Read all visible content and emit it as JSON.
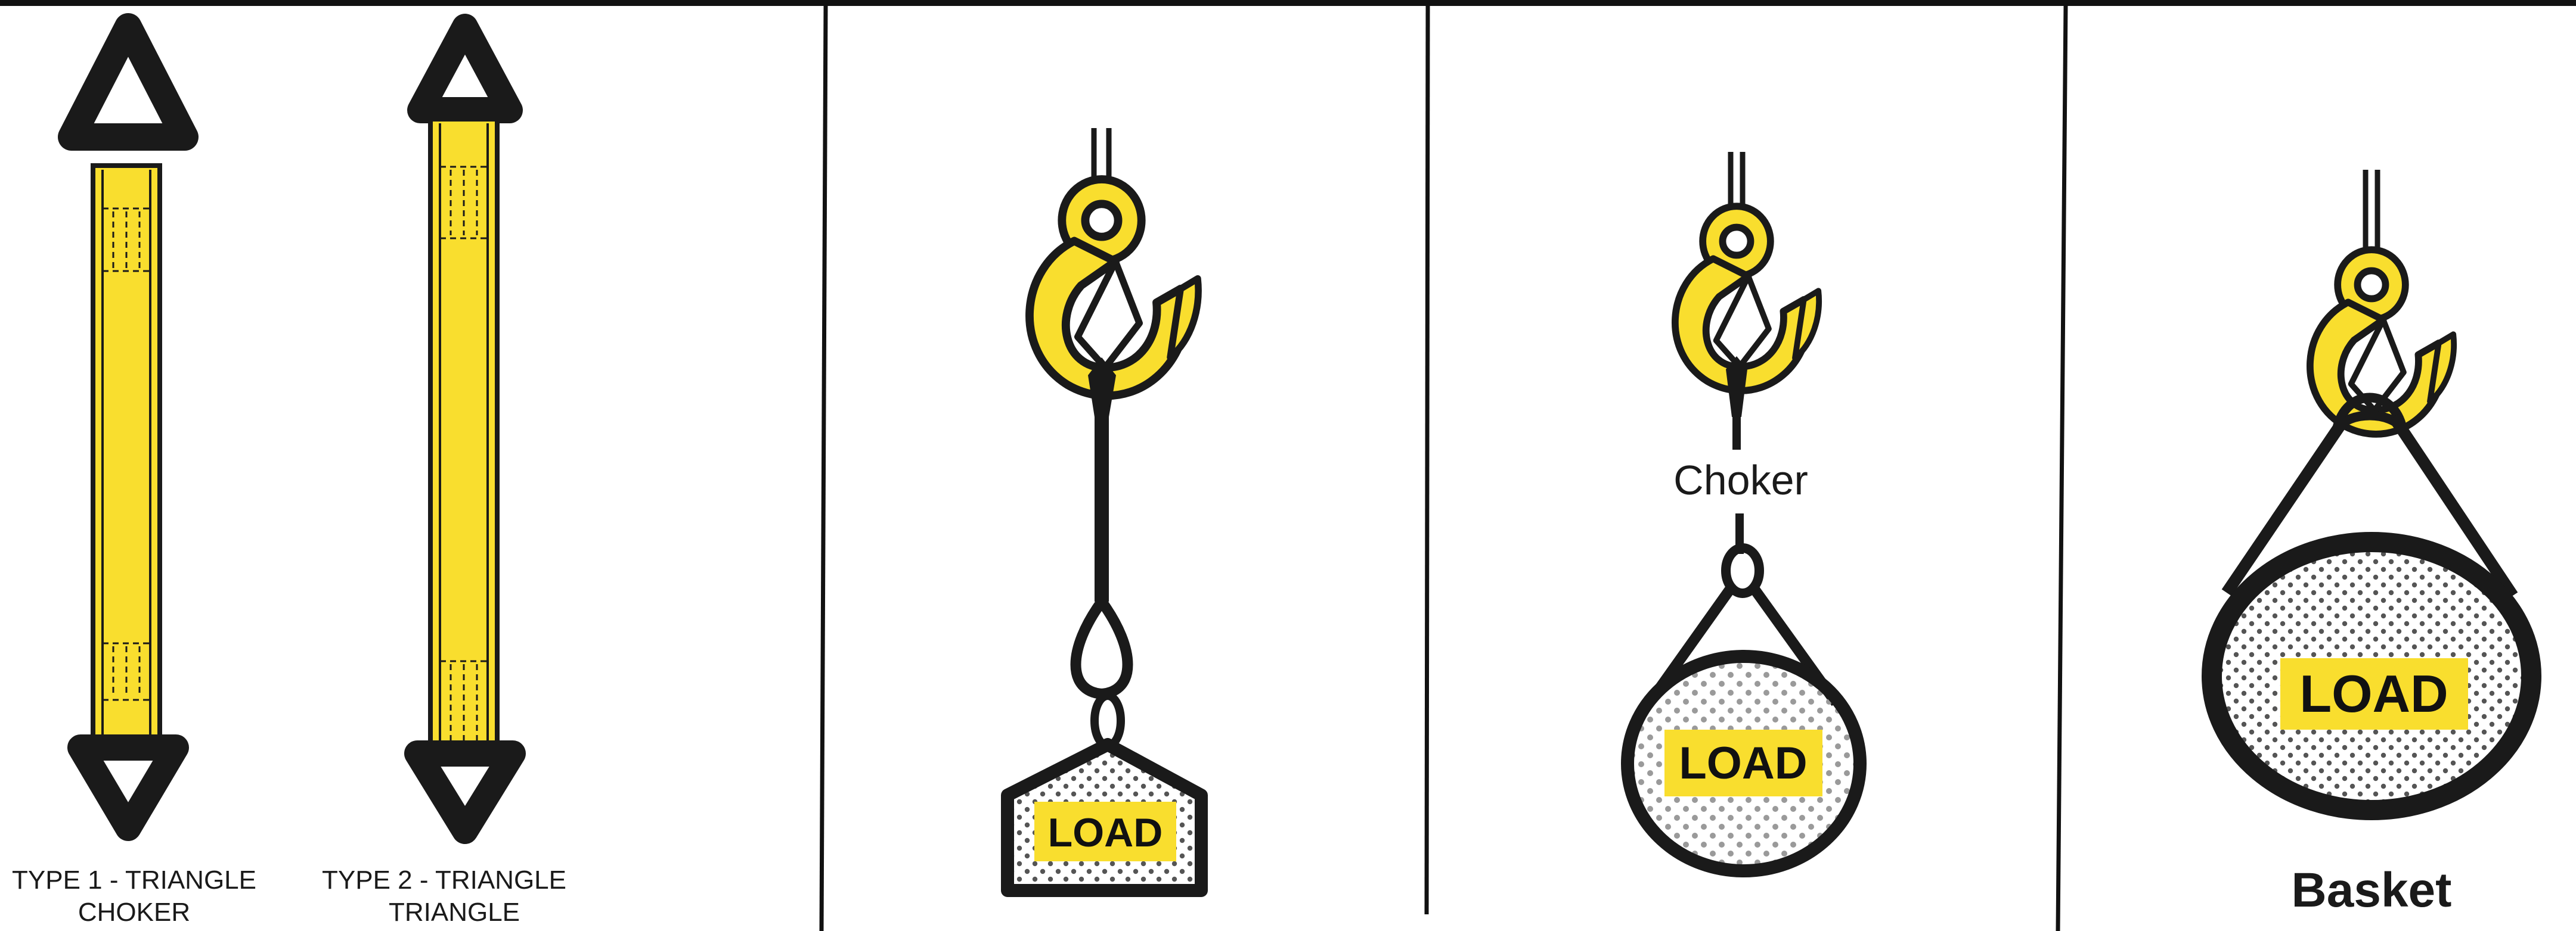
{
  "colors": {
    "yellow": "#f9de2e",
    "outline": "#1a1a1a",
    "background": "#ffffff",
    "dots": "#555555"
  },
  "panels": [
    {
      "id": "sling-types",
      "slings": [
        {
          "label_line1": "TYPE 1 - TRIANGLE",
          "label_line2": "CHOKER"
        },
        {
          "label_line1": "TYPE 2 - TRIANGLE",
          "label_line2": "TRIANGLE"
        }
      ]
    },
    {
      "id": "vertical-hitch",
      "load_label": "LOAD",
      "caption": ""
    },
    {
      "id": "choker-hitch",
      "load_label": "LOAD",
      "caption": "Choker"
    },
    {
      "id": "basket-hitch",
      "load_label": "LOAD",
      "caption": "Basket"
    }
  ],
  "icons": [
    "crane-hook-icon",
    "triangle-fitting-icon",
    "wire-rope-icon",
    "load-block-icon"
  ]
}
